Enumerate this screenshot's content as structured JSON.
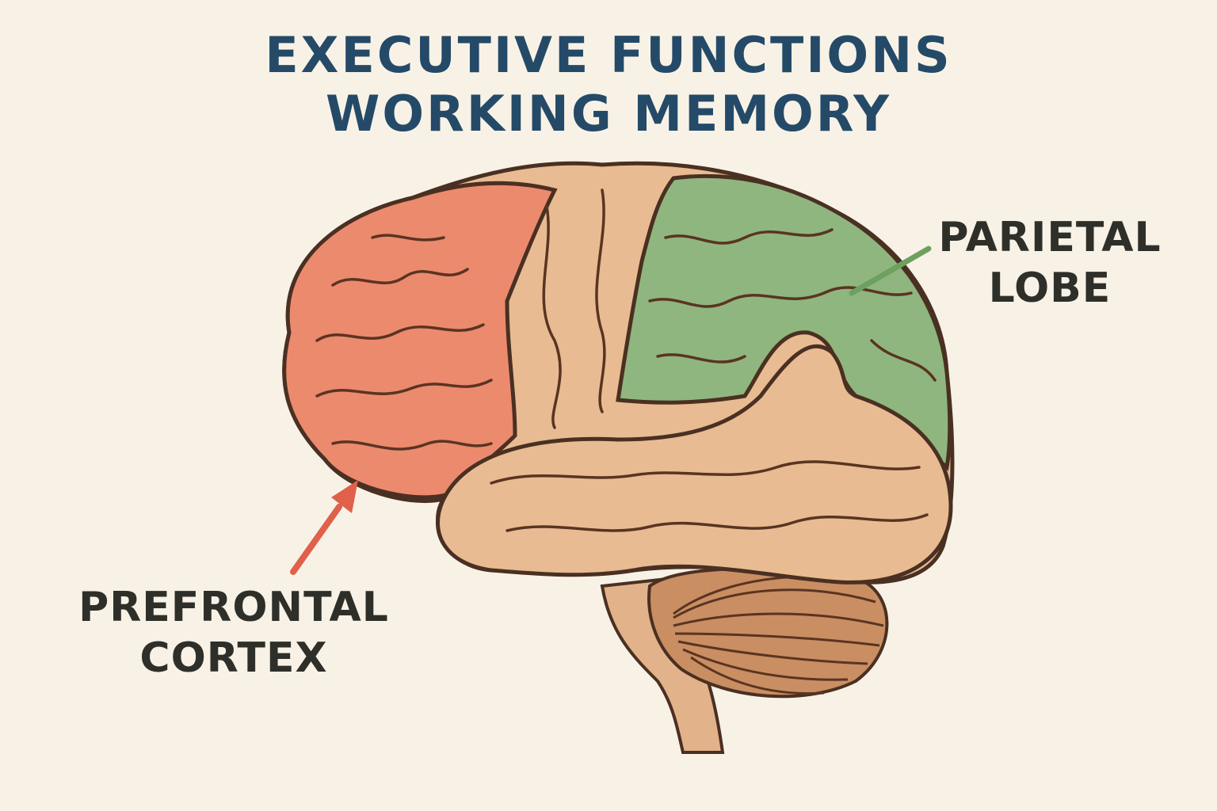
{
  "title": {
    "line1": "EXECUTIVE FUNCTIONS",
    "line2": "WORKING MEMORY"
  },
  "labels": {
    "parietal": {
      "line1": "PARIETAL",
      "line2": "LOBE",
      "color": "#6ea060"
    },
    "prefrontal": {
      "line1": "PREFRONTAL",
      "line2": "CORTEX",
      "color": "#e0604a"
    }
  },
  "colors": {
    "background": "#f8f2e6",
    "title": "#244a68",
    "label_text": "#2f2f2a",
    "prefrontal_fill": "#ec8a6e",
    "parietal_fill": "#8fb67e",
    "cortex_fill": "#e8bb92",
    "cerebellum_fill": "#c98e62",
    "outline": "#4a3022"
  }
}
